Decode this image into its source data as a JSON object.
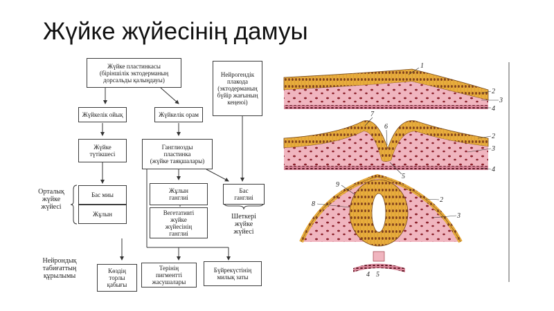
{
  "title": "Жүйке жүйесінің дамуы",
  "boxes": {
    "plate": "Жүйке пластинкасы\n(біріншілік эктодерманың\nдорсальды қалыңдауы)",
    "placode": "Нейрогендік\nплакода\n(эктодерманың\nбүйір жағының\nкеңеюі)",
    "groove": "Жүйкелік ойық",
    "fold": "Жүйкелік орам",
    "tube": "Жүйке\nтүтікшесі",
    "ganglion_plate": "Ганглиозды\nпластинка\n(жүйке таяқшалары)",
    "brain": "Бас миы",
    "spinal_cord": "Жұлын",
    "spinal_ganglia": "Жұлын\nганглиі",
    "autonomic": "Вегетативті\nжүйке\nжүйесінің\nганглиі",
    "head_ganglia": "Бас\nганглиі",
    "retina": "Көздің\nторлы\nқабығы",
    "skin_pigment": "Терінің\nпигментті\nжасушалары",
    "adrenal": "Бүйрекүстінің\nмилық заты"
  },
  "labels": {
    "central": "Орталық\nжүйке\nжүйесі",
    "peripheral": "Шеткері\nжүйке\nжүйесі",
    "neuro_nature": "Нейрондық\nтабиғаттың\nқұрылымы"
  },
  "figure_numbers": {
    "panel_a": [
      "1",
      "2",
      "3",
      "4"
    ],
    "panel_b": [
      "7",
      "6",
      "2",
      "3",
      "5",
      "4"
    ],
    "panel_c": [
      "9",
      "8",
      "2",
      "3",
      "4",
      "5"
    ]
  },
  "colors": {
    "ectoderm": "#e5a93a",
    "mesenchyme": "#efb4bd",
    "nuclei": "#8a1f2a",
    "line": "#333333"
  }
}
